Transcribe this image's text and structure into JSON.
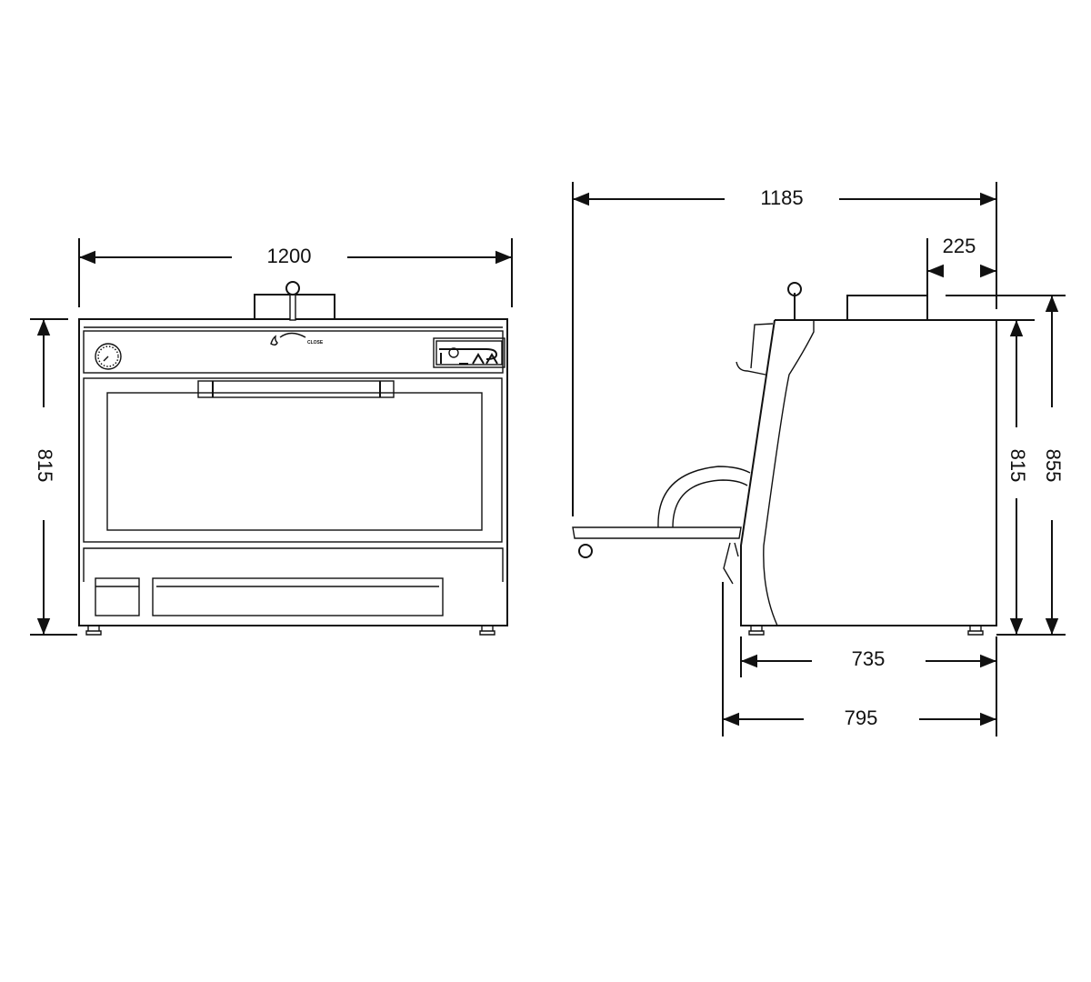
{
  "front_view": {
    "width_label": "1200",
    "height_label": "815",
    "control_label": "CLOSE",
    "logo_text": "PIRA"
  },
  "side_view": {
    "total_depth_label": "1185",
    "chimney_offset_label": "225",
    "total_height_label": "855",
    "body_height_label": "815",
    "body_depth_label": "735",
    "depth_with_door_label": "795"
  },
  "colors": {
    "line": "#111111",
    "background": "#ffffff"
  }
}
